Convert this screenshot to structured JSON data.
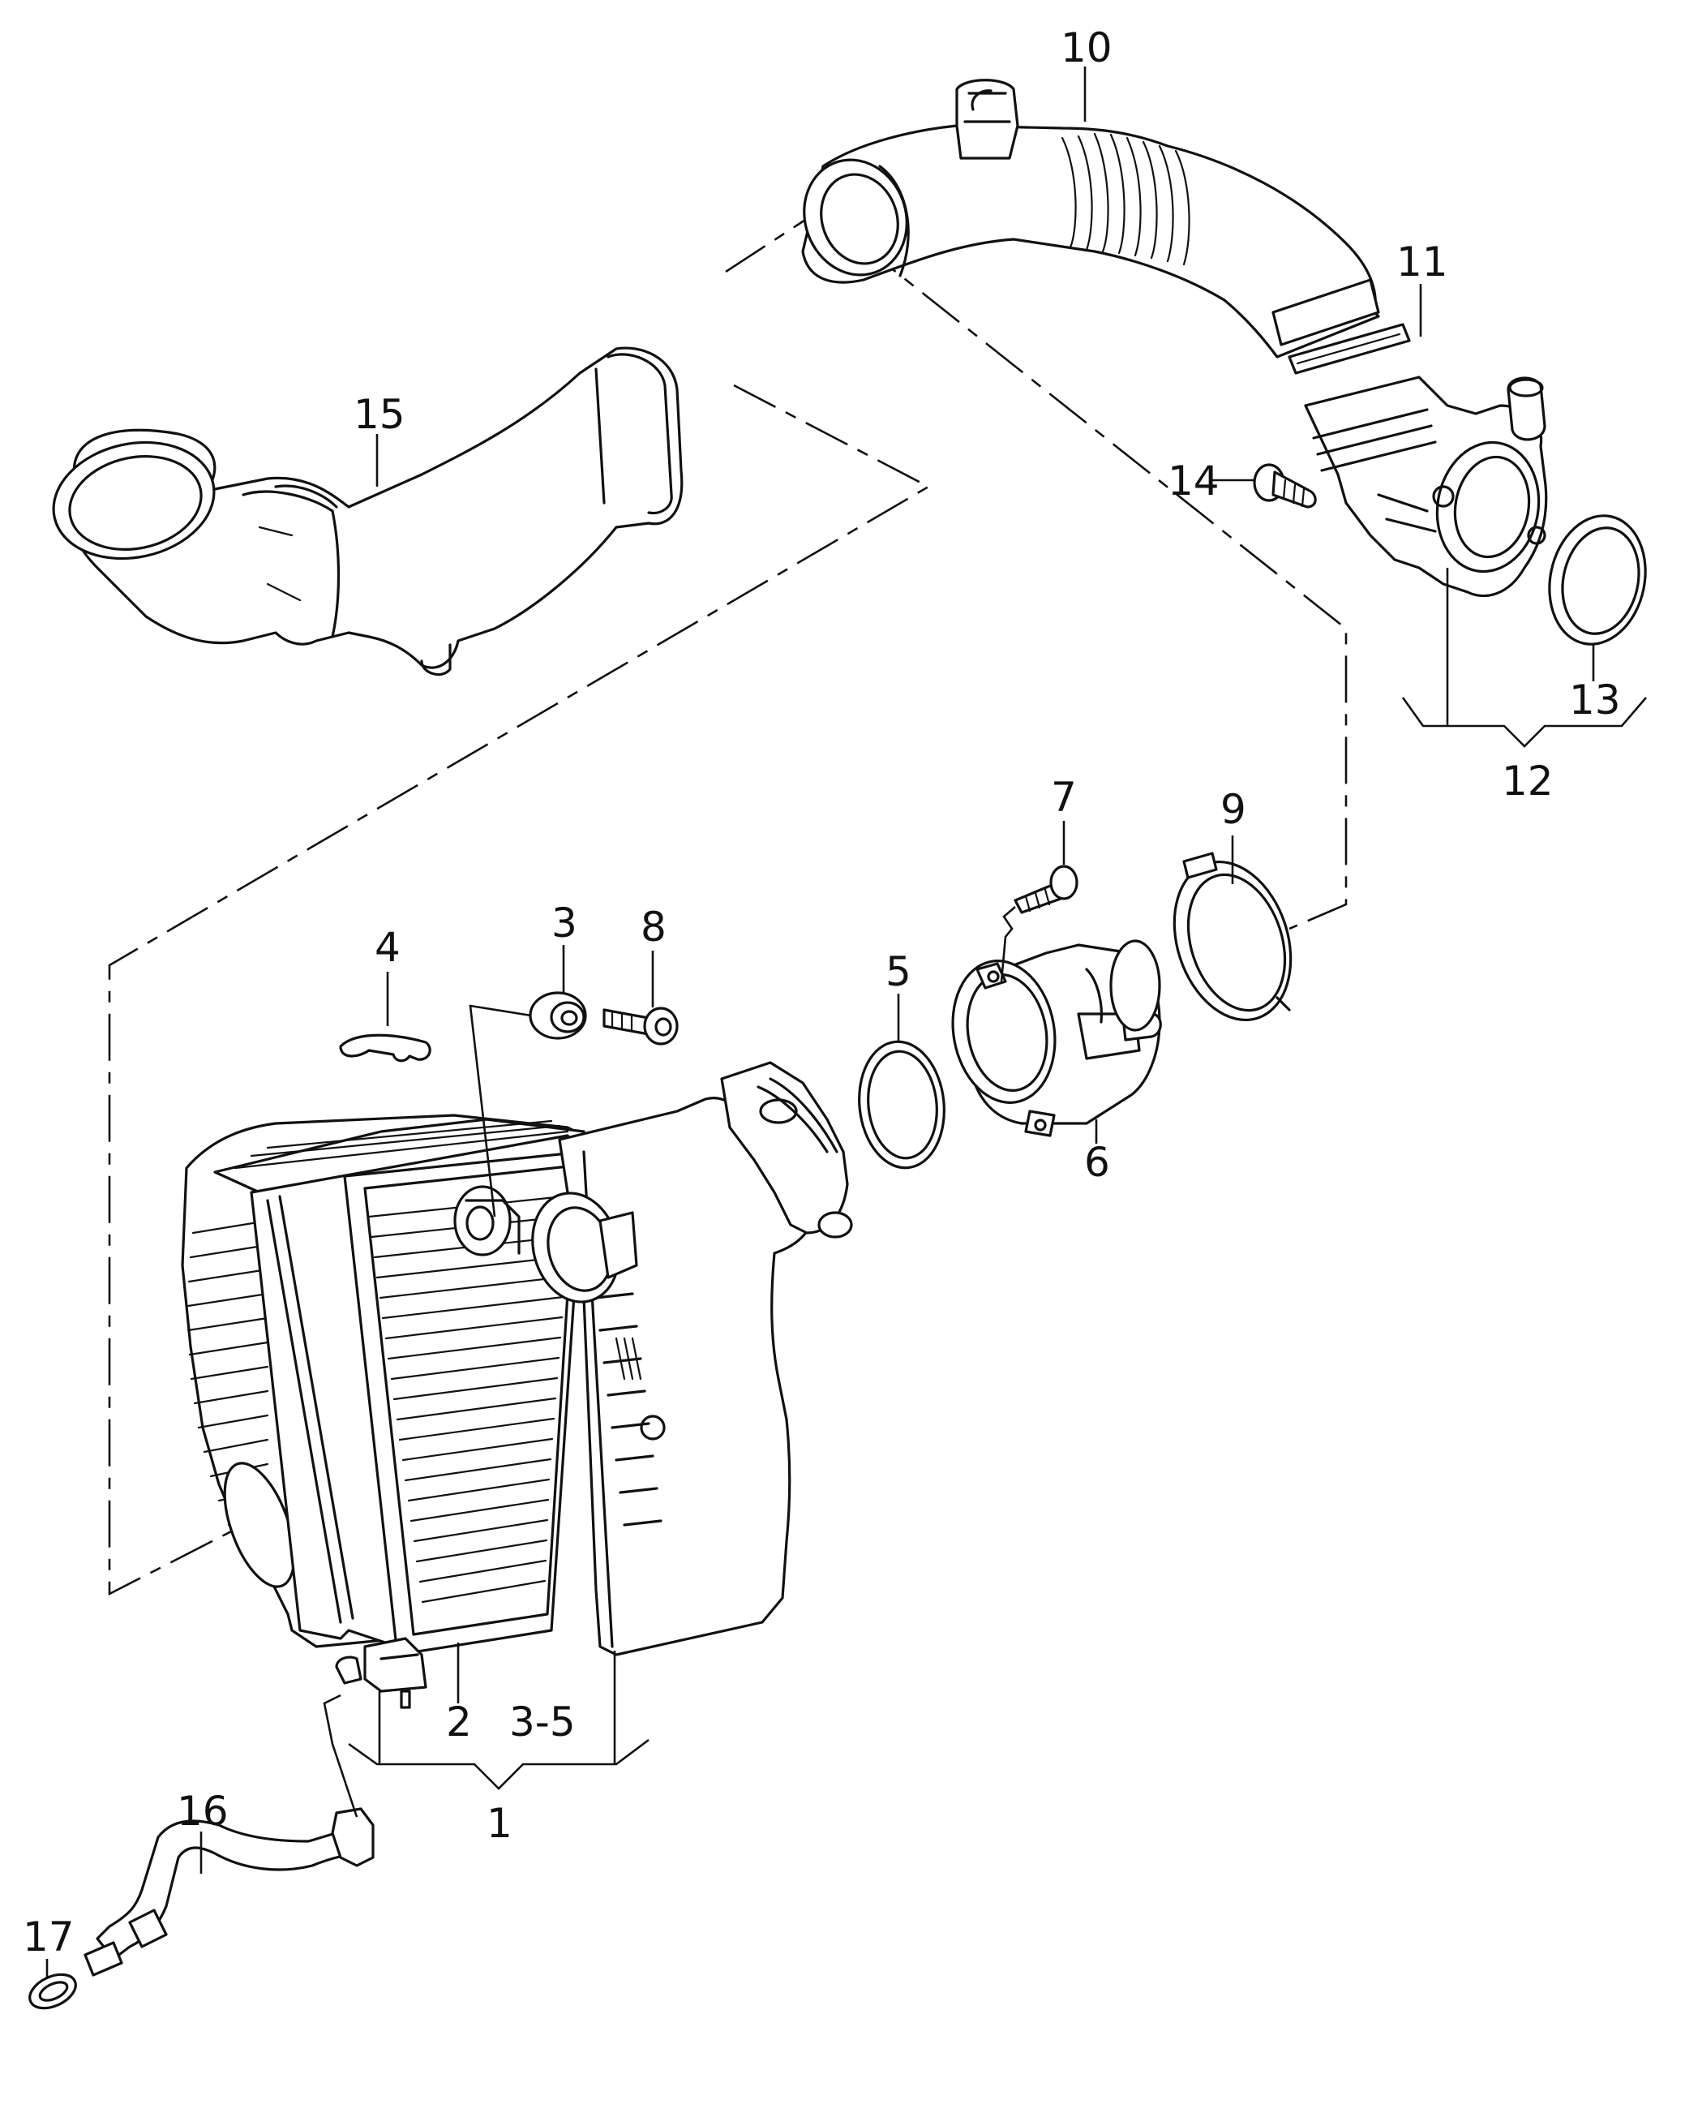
{
  "callouts": {
    "c1": "1",
    "c2": "2",
    "c3": "3",
    "c3_5": "3-5",
    "c4": "4",
    "c5": "5",
    "c6": "6",
    "c7": "7",
    "c8": "8",
    "c9": "9",
    "c10": "10",
    "c11": "11",
    "c12": "12",
    "c13": "13",
    "c14": "14",
    "c15": "15",
    "c16": "16",
    "c17": "17"
  }
}
